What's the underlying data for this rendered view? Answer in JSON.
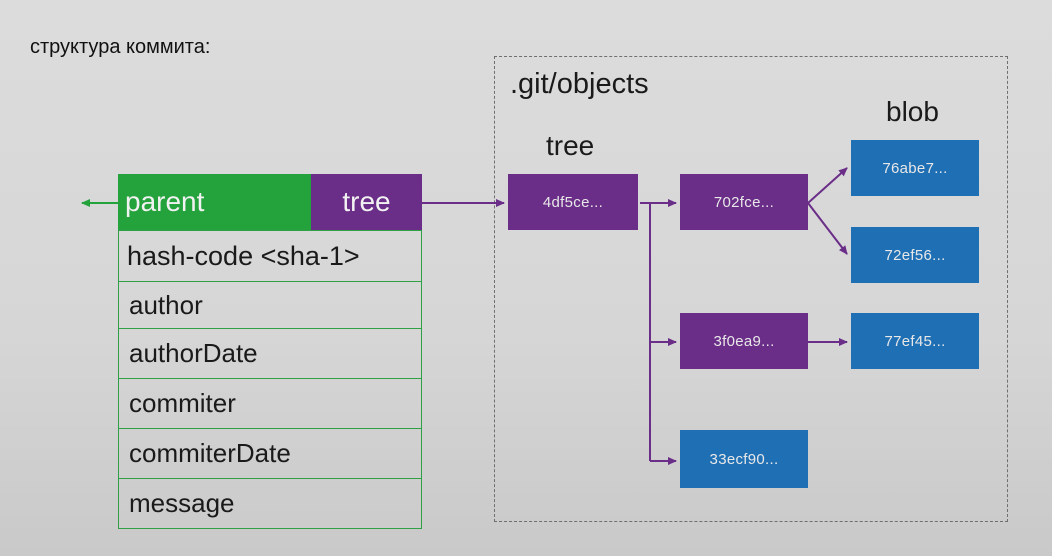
{
  "title": "структура коммита:",
  "objects_label": ".git/objects",
  "column_labels": {
    "tree": "tree",
    "blob": "blob"
  },
  "commit": {
    "parent": "parent",
    "tree": "tree",
    "fields": [
      "hash-code <sha-1>",
      "author",
      "authorDate",
      "commiter",
      "commiterDate",
      "message"
    ]
  },
  "nodes": {
    "root_tree": "4df5ce...",
    "subtree_1": "702fce...",
    "subtree_2": "3f0ea9...",
    "blob_1": "76abe7...",
    "blob_2": "72ef56...",
    "blob_3": "77ef45...",
    "blob_4": "33ecf90..."
  },
  "colors": {
    "parent_green": "#24a23c",
    "tree_purple": "#6a2d88",
    "blob_blue": "#1f6fb5",
    "arrow_purple": "#6a2d88",
    "arrow_green": "#24a23c"
  }
}
